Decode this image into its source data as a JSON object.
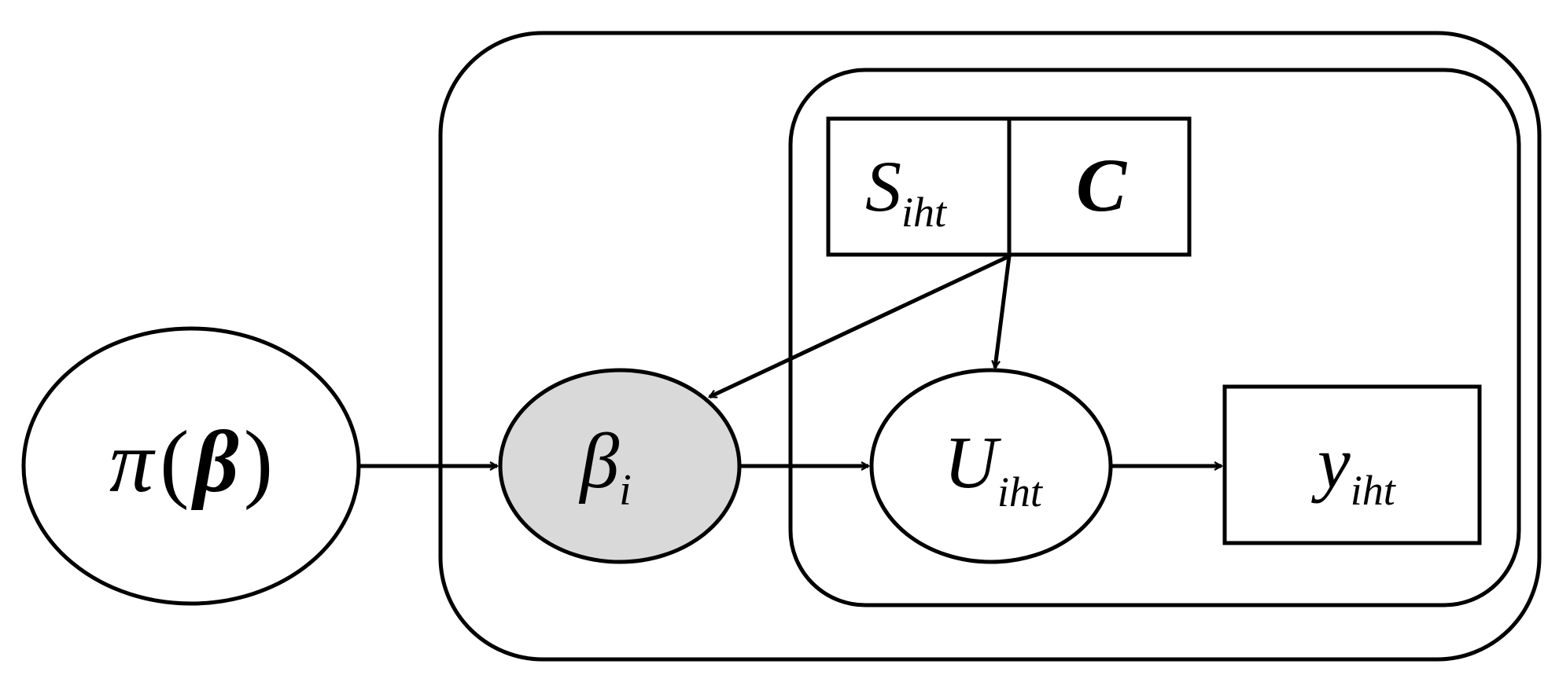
{
  "colors": {
    "stroke": "#000000",
    "background": "#ffffff",
    "observed_fill": "#d9d9d9"
  },
  "nodes": {
    "prior": {
      "pi": "π",
      "open_paren": "(",
      "beta": "β",
      "close_paren": ")"
    },
    "beta_i": {
      "symbol": "β",
      "subscript": "i"
    },
    "s_iht": {
      "symbol": "S",
      "subscript": "iht"
    },
    "c": {
      "symbol": "C"
    },
    "u_iht": {
      "symbol": "U",
      "subscript": "iht"
    },
    "y_iht": {
      "symbol": "y",
      "subscript": "iht"
    }
  }
}
